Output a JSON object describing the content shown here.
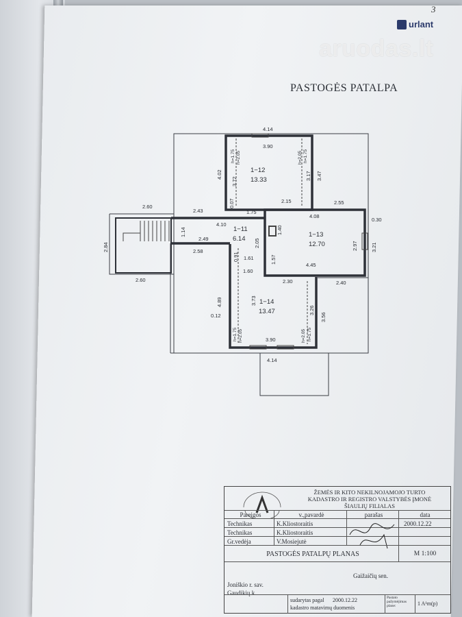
{
  "page_number": "3",
  "branding": {
    "logo_text": "urlant",
    "watermark": "aruodas.lt"
  },
  "title": "PASTOGĖS PATALPA",
  "rooms": [
    {
      "id": "1−12",
      "area": "13.33"
    },
    {
      "id": "1−11",
      "area": "6.14"
    },
    {
      "id": "1−13",
      "area": "12.70"
    },
    {
      "id": "1−14",
      "area": "13.47"
    }
  ],
  "dims": {
    "top_outer": "4.14",
    "top_inner": "3.90",
    "left_12": "4.02",
    "inner_12": "3.72",
    "inner_12b": "3.17",
    "right_12": "3.47",
    "bottom_12a": "1.75",
    "bottom_12b": "2.15",
    "small_007": "0.07",
    "left_stair": "2.60",
    "mid_243": "2.43",
    "right_255": "2.55",
    "d_410": "4.10",
    "d_408": "4.08",
    "d_030": "0.30",
    "d_140": "1.40",
    "d_297": "2.97",
    "d_321": "3.21",
    "d_284": "2.84",
    "d_114": "1.14",
    "d_249": "2.49",
    "d_258": "2.58",
    "d_205": "2.05",
    "d_157": "1.57",
    "d_445": "4.45",
    "d_091": "0.91",
    "d_161": "1.61",
    "d_160": "1.60",
    "d_230": "2.30",
    "d_240": "2.40",
    "d_260b": "2.60",
    "d_489": "4.89",
    "d_373": "3.73",
    "d_326": "3.26",
    "d_356": "3.56",
    "d_012": "0.12",
    "d_390b": "3.90",
    "d_414b": "4.14",
    "h175": "h=1.75",
    "h205": "h=2.05"
  },
  "stamp": {
    "org_line1": "ŽEMĖS IR KITO NEKILNOJAMOJO TURTO",
    "org_line2": "KADASTRO IR REGISTRO VALSTYBĖS ĮMONĖ",
    "org_line3": "ŠIAULIŲ FILIALAS",
    "headers": {
      "duties": "Pareigos",
      "name": "v.,pavardė",
      "signature": "parašas",
      "date": "data"
    },
    "rows": [
      {
        "duty": "Technikas",
        "name": "K.Kliostoraitis",
        "date": "2000.12.22"
      },
      {
        "duty": "Technikas",
        "name": "K.Kliostoraitis",
        "date": ""
      },
      {
        "duty": "Gr.vedėja",
        "name": "V.Mosiejutė",
        "date": ""
      }
    ],
    "plan_title": "PASTOGĖS PATALPŲ PLANAS",
    "scale": "M 1:100",
    "district": "Joniškio r. sav.",
    "elderate": "Gaižaičių sen.",
    "village": "Gaudikių k.",
    "prepared_label1": "sudarytas pagal",
    "prepared_date": "2000.12.22",
    "prepared_label2": "kadastro matavimų duomenis",
    "mark_label": "Pastato pažymėjimas plane:",
    "mark_value": "1 A¹m(p)"
  }
}
